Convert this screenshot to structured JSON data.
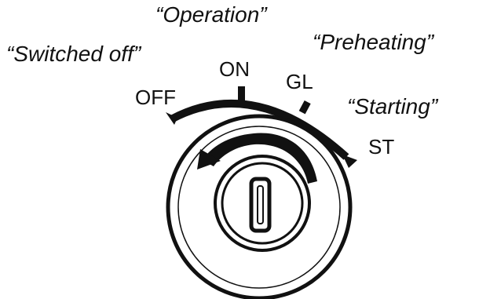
{
  "positions": {
    "off": "OFF",
    "on": "ON",
    "gl": "GL",
    "st": "ST"
  },
  "descriptions": {
    "switched_off": "“Switched off”",
    "operation": "“Operation”",
    "preheating": "“Preheating”",
    "starting": "“Starting”"
  },
  "colors": {
    "ink": "#111111",
    "background": "#ffffff"
  }
}
